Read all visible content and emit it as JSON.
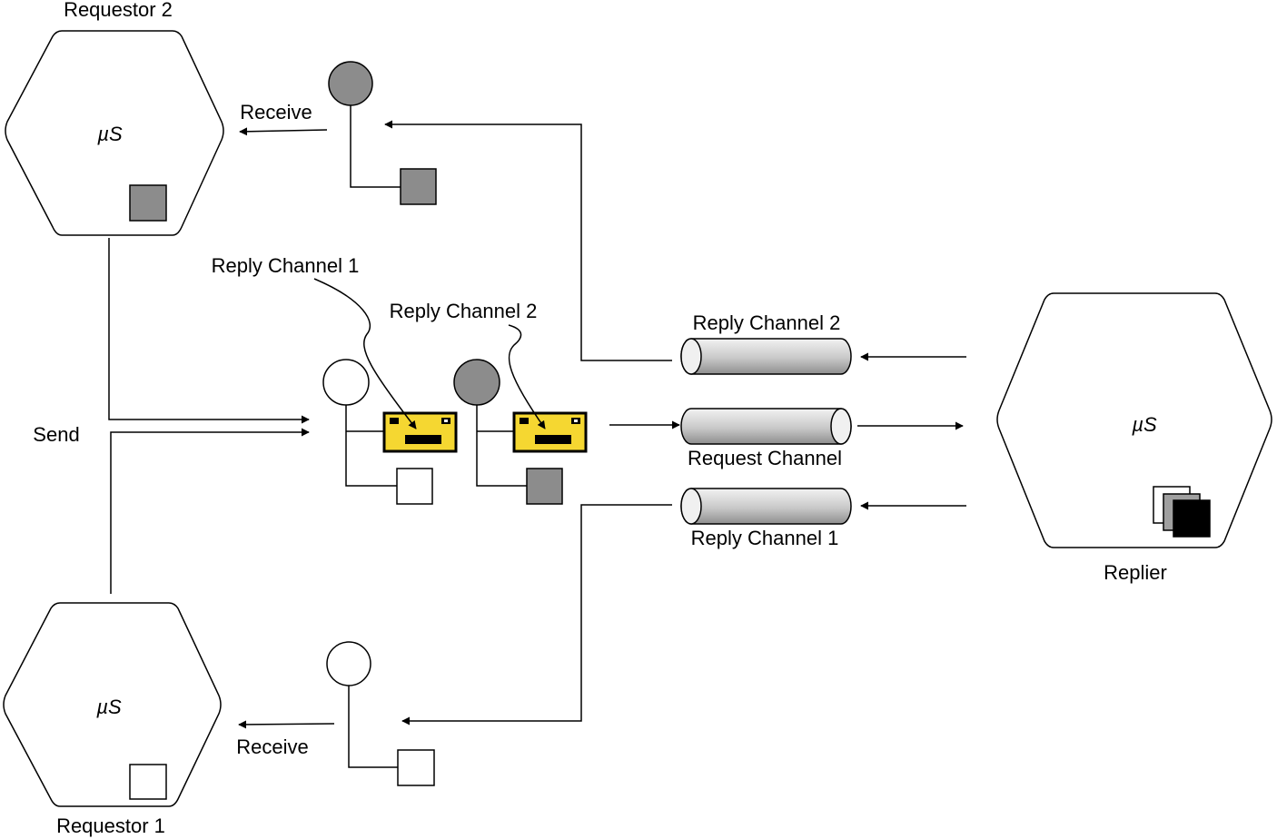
{
  "nodes": {
    "requestor2": {
      "label": "Requestor 2",
      "symbol": "µS"
    },
    "requestor1": {
      "label": "Requestor 1",
      "symbol": "µS"
    },
    "replier": {
      "label": "Replier",
      "symbol": "µS"
    }
  },
  "edges": {
    "receive_top": "Receive",
    "receive_bottom": "Receive",
    "send": "Send"
  },
  "channels": {
    "reply2": "Reply Channel 2",
    "request": "Request Channel",
    "reply1": "Reply Channel 1"
  },
  "callouts": {
    "reply1": "Reply Channel 1",
    "reply2": "Reply Channel 2"
  },
  "colors": {
    "gray_fill": "#8c8c8c",
    "envelope_yellow": "#f5d731",
    "stroke": "#000000"
  }
}
